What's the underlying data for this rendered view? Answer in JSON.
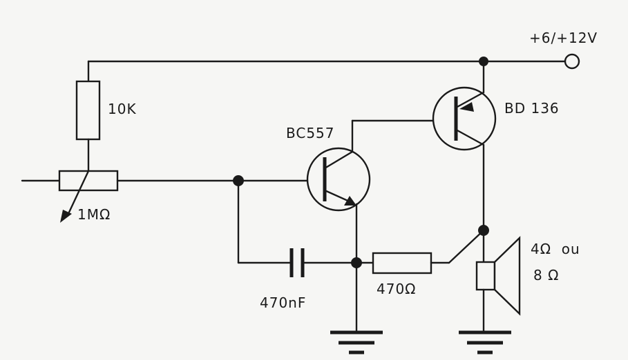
{
  "labels": {
    "supply": "+6/+12V",
    "r_10k": "10K",
    "pot": "1MΩ",
    "q1": "BC557",
    "q2": "BD 136",
    "cap": "470nF",
    "r_470": "470Ω",
    "spk_1": "4Ω  ou",
    "spk_2": "8 Ω"
  }
}
